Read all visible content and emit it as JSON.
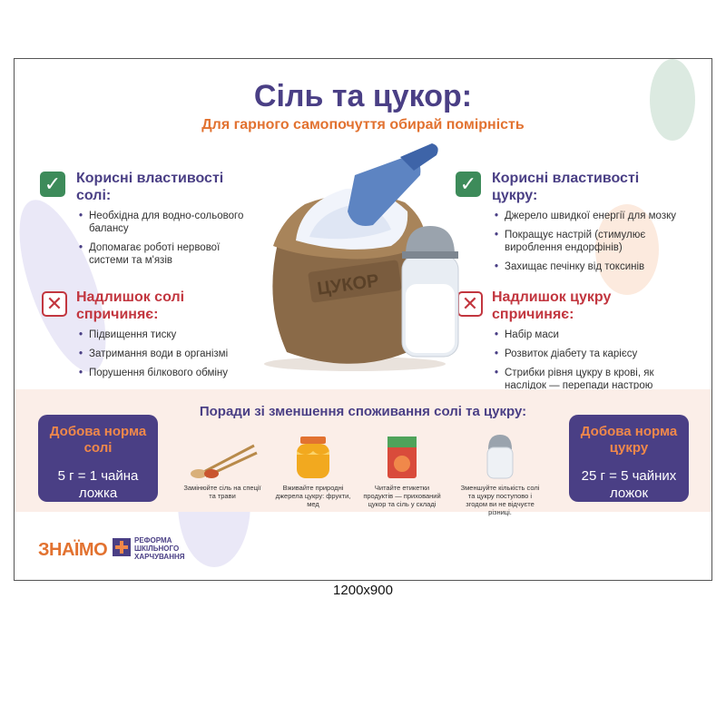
{
  "title": "Сіль та цукор:",
  "subtitle": "Для гарного самопочуття обирай помірність",
  "salt_benefits": {
    "heading": "Корисні властивості солі:",
    "items": [
      "Необхідна для водно-сольового балансу",
      "Допомагає роботі нервової системи та м'язів"
    ]
  },
  "salt_excess": {
    "heading": "Надлишок солі спричиняє:",
    "items": [
      "Підвищення тиску",
      "Затримання води в організмі",
      "Порушення білкового обміну"
    ]
  },
  "sugar_benefits": {
    "heading": "Корисні властивості цукру:",
    "items": [
      "Джерело швидкої енергії для мозку",
      "Покращує настрій (стимулює вироблення ендорфінів)",
      "Захищає печінку від токсинів"
    ]
  },
  "sugar_excess": {
    "heading": "Надлишок цукру спричиняє:",
    "items": [
      "Набір маси",
      "Розвиток діабету та карієсу",
      "Стрибки рівня цукру в крові, як наслідок — перепади настрою"
    ]
  },
  "sack_label": "ЦУКОР",
  "tips": {
    "title": "Поради зі зменшення споживання солі та цукру:",
    "items": [
      "Замінюйте сіль на спеції та трави",
      "Вживайте природні джерела цукру: фрукти, мед",
      "Читайте етикетки продуктів — прихований цукор та сіль у складі",
      "Зменшуйте кількість солі та цукру поступово і згодом ви не відчуєте різниці."
    ]
  },
  "norm_salt": {
    "title": "Добова норма солі",
    "value": "5 г = 1 чайна ложка"
  },
  "norm_sugar": {
    "title": "Добова норма цукру",
    "value": "25 г = 5 чайних ложок"
  },
  "logos": {
    "znaimo": "ЗНАЇМО",
    "reform": "РЕФОРМА ШКІЛЬНОГО ХАРЧУВАННЯ"
  },
  "caption": "1200x900",
  "colors": {
    "purple": "#4a3f85",
    "orange": "#e27230",
    "red": "#c2363f",
    "green": "#3d8b5a",
    "band": "#fbeee8"
  }
}
